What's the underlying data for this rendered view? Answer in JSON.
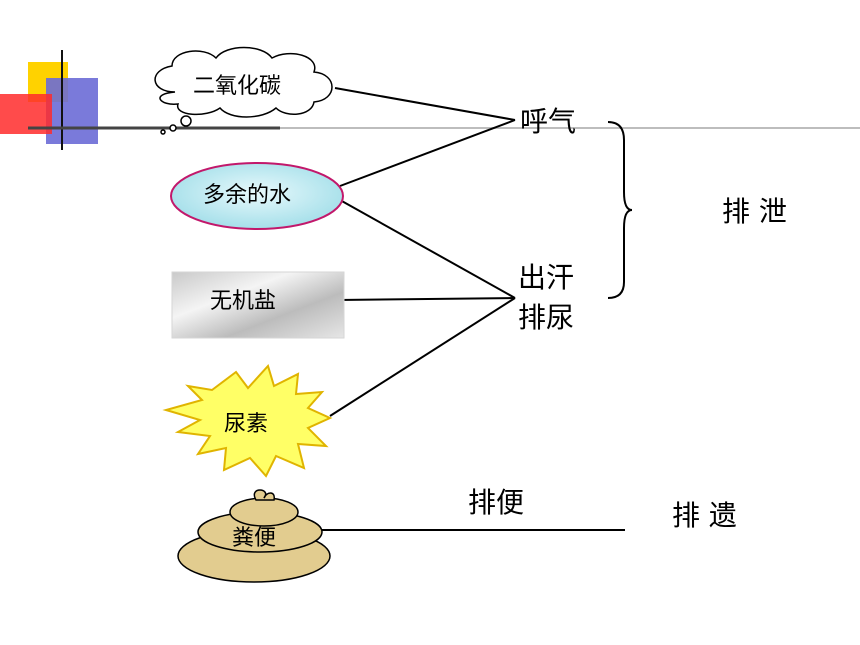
{
  "sources": {
    "co2": "二氧化碳",
    "water": "多余的水",
    "salt": "无机盐",
    "urea": "尿素",
    "feces": "粪便"
  },
  "routes": {
    "breathe": "呼气",
    "sweat": "出汗",
    "urinate": "排尿",
    "defecate": "排便"
  },
  "categories": {
    "excretion": "排 泄",
    "egestion": "排 遗"
  }
}
